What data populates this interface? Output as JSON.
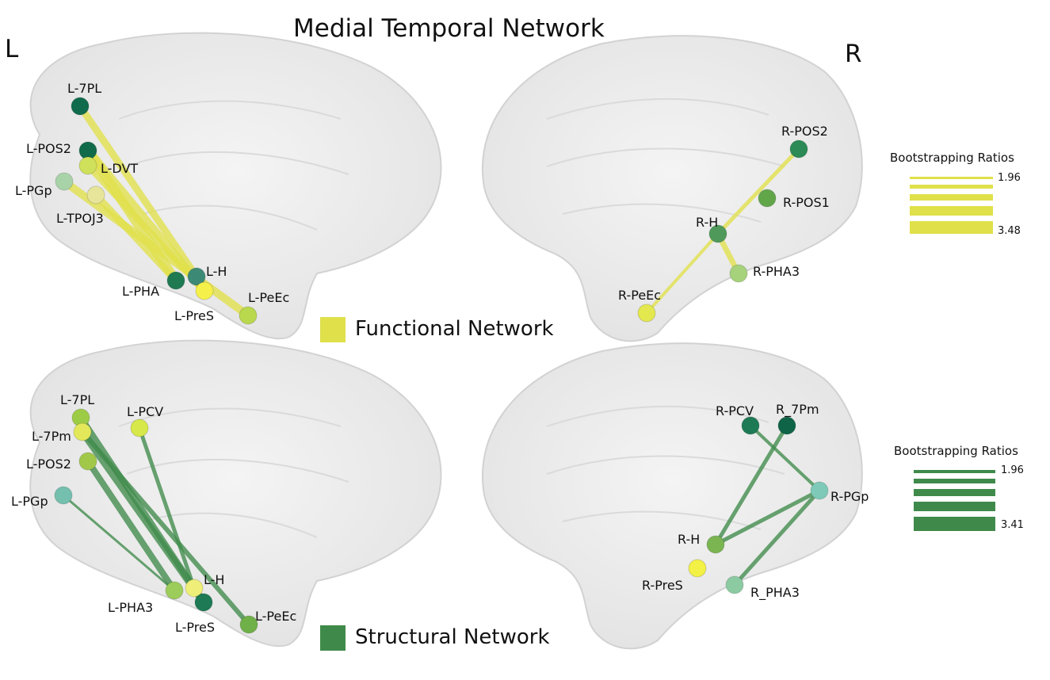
{
  "title": "Medial Temporal Network",
  "hemisphere_labels": {
    "left": "L",
    "right": "R"
  },
  "colors": {
    "functional": "#e0e04a",
    "structural": "#3f8a4a",
    "brain_fill": "#ececec",
    "brain_stroke": "#d2d2d2"
  },
  "functional_network": {
    "label": "Functional Network",
    "legend": {
      "title": "Bootstrapping Ratios",
      "min_label": "1.96",
      "max_label": "3.48"
    },
    "left": {
      "nodes": [
        {
          "id": "L-7PL",
          "color": "#0f6b4c"
        },
        {
          "id": "L-POS2",
          "color": "#116a4a"
        },
        {
          "id": "L-DVT",
          "color": "#cfe05a"
        },
        {
          "id": "L-PGp",
          "color": "#a8d3a8"
        },
        {
          "id": "L-TPOJ3",
          "color": "#e6e59a"
        },
        {
          "id": "L-H",
          "color": "#3c8a76"
        },
        {
          "id": "L-PHA",
          "color": "#1f7a52"
        },
        {
          "id": "L-PreS",
          "color": "#f6f04a"
        },
        {
          "id": "L-PeEc",
          "color": "#b9d84e"
        }
      ],
      "edges": [
        [
          "L-7PL",
          "L-H"
        ],
        [
          "L-POS2",
          "L-PreS"
        ],
        [
          "L-DVT",
          "L-PreS"
        ],
        [
          "L-PGp",
          "L-PeEc"
        ],
        [
          "L-TPOJ3",
          "L-PHA"
        ],
        [
          "L-POS2",
          "L-PHA"
        ]
      ]
    },
    "right": {
      "nodes": [
        {
          "id": "R-POS2",
          "color": "#2b8a55"
        },
        {
          "id": "R-POS1",
          "color": "#62a64a"
        },
        {
          "id": "R-H",
          "color": "#4f9a5a"
        },
        {
          "id": "R-PHA3",
          "color": "#a5d27a"
        },
        {
          "id": "R-PeEc",
          "color": "#e3e84e"
        }
      ],
      "edges": [
        [
          "R-POS2",
          "R-H"
        ],
        [
          "R-H",
          "R-PHA3"
        ],
        [
          "R-H",
          "R-PeEc"
        ]
      ]
    }
  },
  "structural_network": {
    "label": "Structural Network",
    "legend": {
      "title": "Bootstrapping Ratios",
      "min_label": "1.96",
      "max_label": "3.41"
    },
    "left": {
      "nodes": [
        {
          "id": "L-7PL",
          "color": "#9ccc45"
        },
        {
          "id": "L-PCV",
          "color": "#d6e84a"
        },
        {
          "id": "L-7Pm",
          "color": "#e3e85a"
        },
        {
          "id": "L-POS2",
          "color": "#a2c84a"
        },
        {
          "id": "L-PGp",
          "color": "#74bfae"
        },
        {
          "id": "L-H",
          "color": "#efee78"
        },
        {
          "id": "L-PHA3",
          "color": "#9ccc5a"
        },
        {
          "id": "L-PreS",
          "color": "#1d7a55"
        },
        {
          "id": "L-PeEc",
          "color": "#6fb048"
        }
      ],
      "edges": [
        [
          "L-7PL",
          "L-PreS"
        ],
        [
          "L-7Pm",
          "L-PreS"
        ],
        [
          "L-7Pm",
          "L-PeEc"
        ],
        [
          "L-POS2",
          "L-PHA3"
        ],
        [
          "L-PCV",
          "L-H"
        ],
        [
          "L-PGp",
          "L-PHA3"
        ]
      ]
    },
    "right": {
      "nodes": [
        {
          "id": "R-PCV",
          "color": "#1d7a55"
        },
        {
          "id": "R_7Pm",
          "color": "#0f6448"
        },
        {
          "id": "R-PGp",
          "color": "#7ec9b8"
        },
        {
          "id": "R-H",
          "color": "#7ab552"
        },
        {
          "id": "R-PreS",
          "color": "#f3f046"
        },
        {
          "id": "R_PHA3",
          "color": "#8ccaa2"
        }
      ],
      "edges": [
        [
          "R-PCV",
          "R-PGp"
        ],
        [
          "R_7Pm",
          "R-H"
        ],
        [
          "R-PGp",
          "R-H"
        ],
        [
          "R-PGp",
          "R_PHA3"
        ]
      ]
    }
  }
}
